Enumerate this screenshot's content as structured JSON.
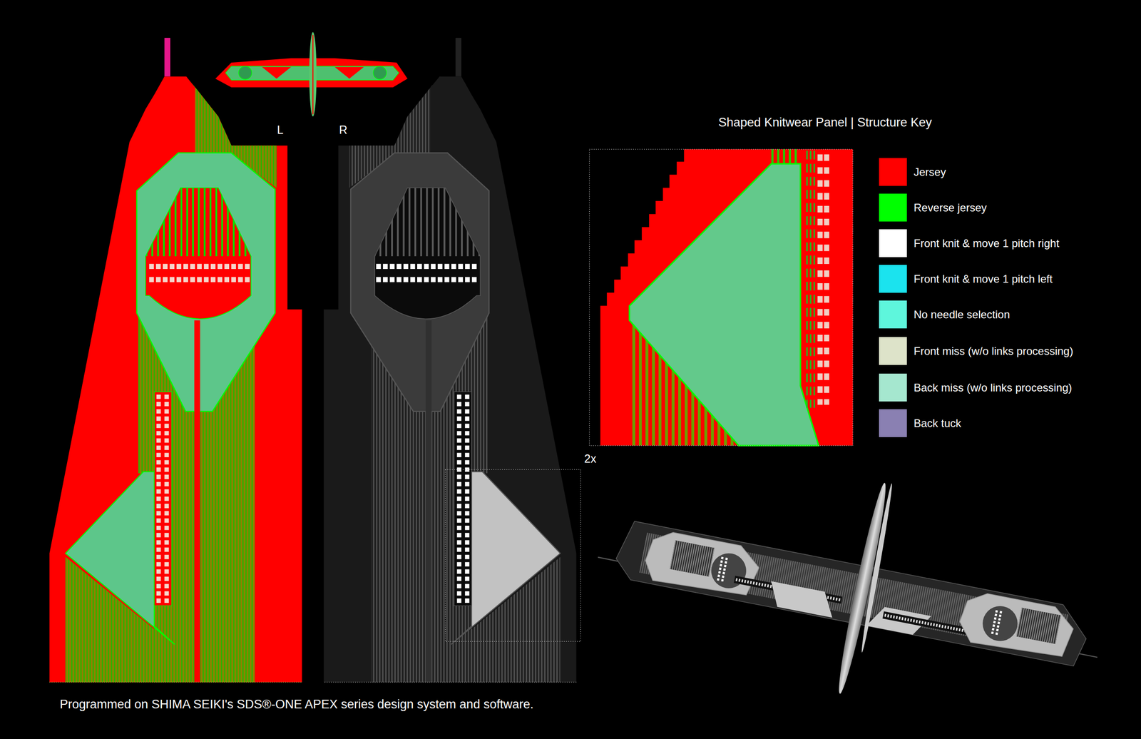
{
  "diagram": {
    "title": "Shaped Knitwear Panel | Structure Key",
    "caption": "Programmed on SHIMA SEIKI's SDS®-ONE APEX series design system and software.",
    "labels": [
      "L",
      "R",
      "2x"
    ],
    "legend": [
      {
        "text": "Jersey",
        "color": "#ff0000"
      },
      {
        "text": "Reverse jersey",
        "color": "#00ff00"
      },
      {
        "text": "Front knit & move 1 pitch right",
        "color": "#ffffff"
      },
      {
        "text": "Front knit & move 1 pitch left",
        "color": "#1be3ee"
      },
      {
        "text": "No needle selection",
        "color": "#5ef6dc"
      },
      {
        "text": "Front miss (w/o links processing)",
        "color": "#dde3c9"
      },
      {
        "text": "Back miss (w/o links processing)",
        "color": "#a5e7cf"
      },
      {
        "text": "Back tuck",
        "color": "#8a80b2"
      }
    ]
  }
}
